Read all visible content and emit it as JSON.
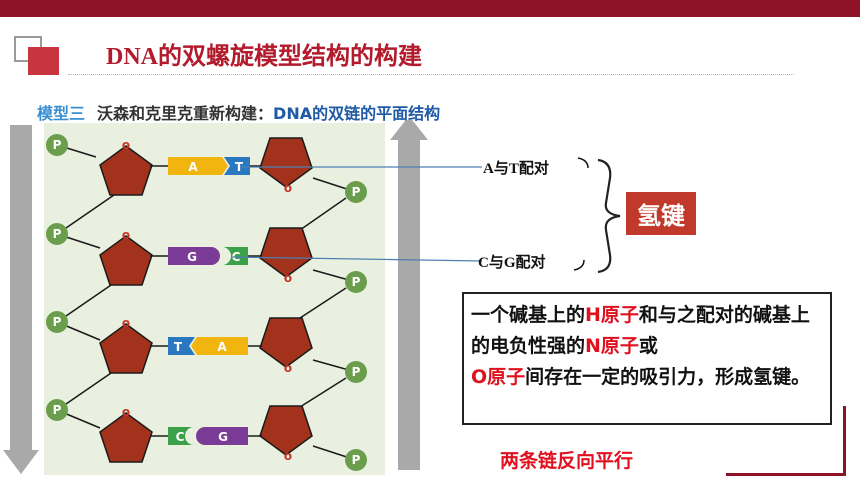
{
  "header": {
    "title": "DNA的双螺旋模型结构的构建"
  },
  "subtitle": {
    "label": "模型三",
    "text": "沃森和克里克重新构建：",
    "highlight": "DNA的双链的平面结构"
  },
  "diagram": {
    "phosphate_label": "P",
    "sugar_oxygen_label": "o",
    "base_pairs": [
      {
        "left": "A",
        "right": "T"
      },
      {
        "left": "G",
        "right": "C"
      },
      {
        "left": "T",
        "right": "A"
      },
      {
        "left": "C",
        "right": "G"
      }
    ],
    "annotation_at": "A与T配对",
    "annotation_gc": "C与G配对",
    "hydrogen_bond_label": "氢键"
  },
  "explanation": {
    "p1": "一个碱基上的",
    "h": "H原子",
    "p2": "和与之配对的碱基上的电负性强的",
    "n": "N原子",
    "p3": "或",
    "o": "O原子",
    "p4": "间存在一定的吸引力，形成氢键。"
  },
  "conclusion": "两条链反向平行",
  "colors": {
    "brand": "#8e1328",
    "title": "#b31b2c",
    "sugar": "#a3321c",
    "phosphate": "#6a9e4c",
    "base_A": "#f2b50f",
    "base_T": "#2a78c0",
    "base_G": "#7b3c98",
    "base_C": "#3aa14a",
    "hbond_box": "#c0392b"
  }
}
